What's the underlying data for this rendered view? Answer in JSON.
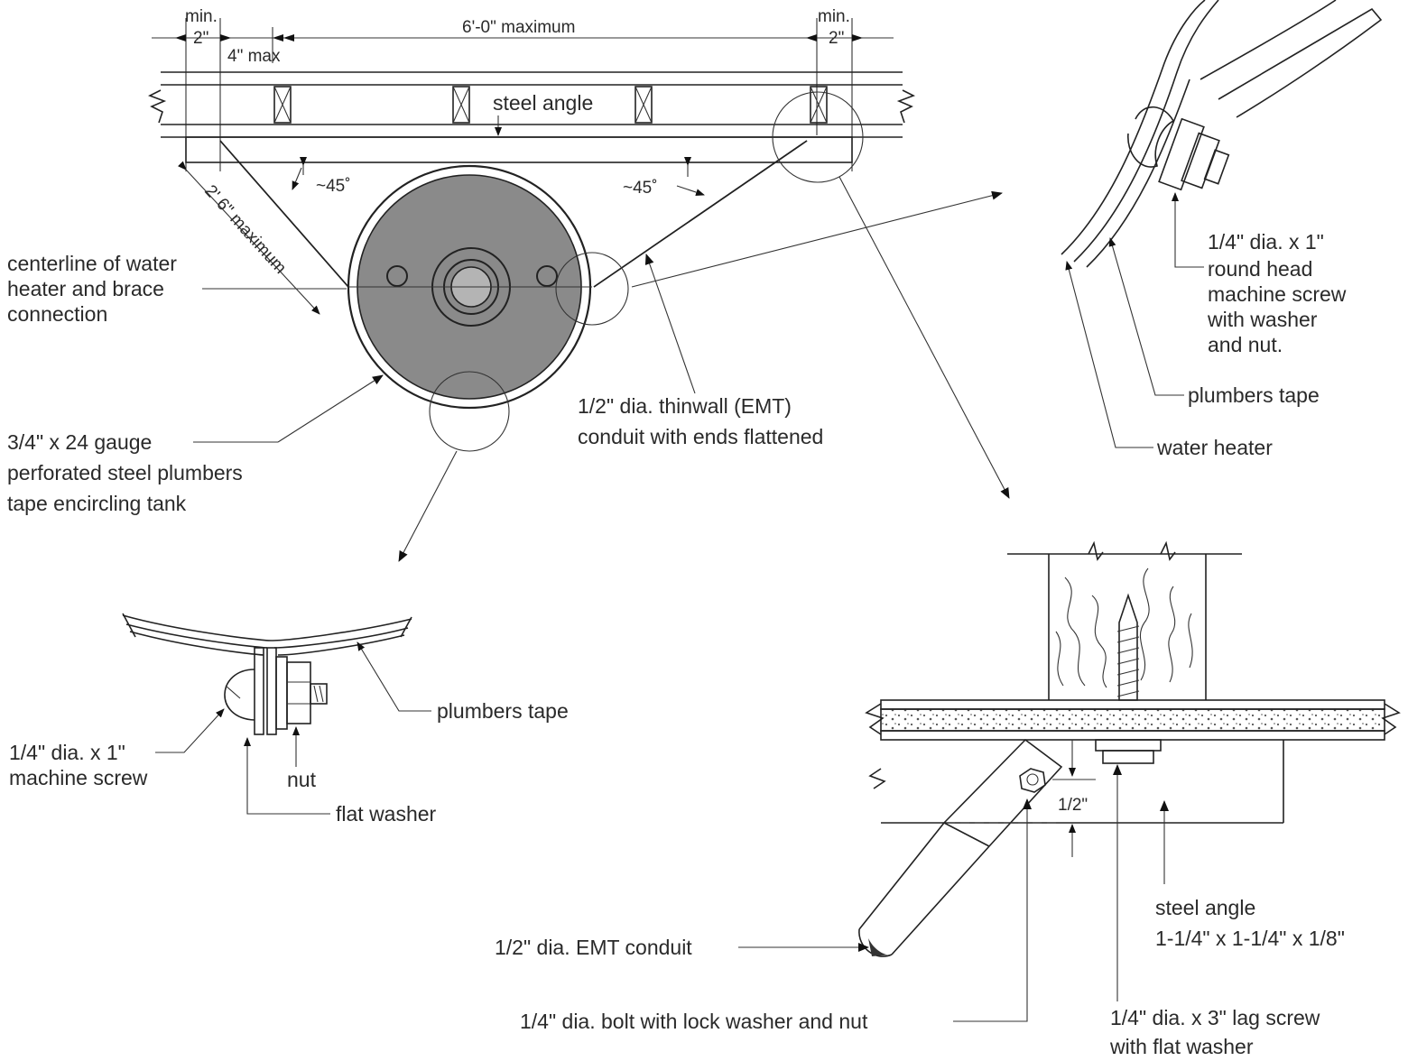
{
  "dimensions": {
    "min_left_word": "min.",
    "min_left_value": "2\"",
    "max_offset": "4\" max",
    "span": "6'-0\" maximum",
    "min_right_word": "min.",
    "min_right_value": "2\"",
    "angle_left": "~45˚",
    "angle_right": "~45˚",
    "brace_length": "2' 6\" maximum",
    "edge_distance": "1/2\""
  },
  "labels": {
    "steel_angle_top": "steel angle",
    "centerline": [
      "centerline of water",
      "heater and brace",
      "connection"
    ],
    "plumbers_tape_spec": [
      "3/4\" x 24 gauge",
      "perforated steel plumbers",
      "tape encircling tank"
    ],
    "conduit_spec": [
      "1/2\" dia. thinwall (EMT)",
      "conduit with ends flattened"
    ],
    "detail_a_screw": [
      "1/4\" dia. x 1\"",
      "round head",
      "machine screw",
      "with washer",
      "and nut."
    ],
    "detail_a_tape": "plumbers tape",
    "detail_a_heater": "water heater",
    "detail_b_tape": "plumbers tape",
    "detail_b_screw": [
      "1/4\" dia. x 1\"",
      "machine screw"
    ],
    "detail_b_nut": "nut",
    "detail_b_washer": "flat washer",
    "detail_c_conduit": "1/2\" dia. EMT conduit",
    "detail_c_bolt": "1/4\" dia. bolt with lock washer and nut",
    "detail_c_angle": [
      "steel angle",
      "1-1/4\" x 1-1/4\" x 1/8\""
    ],
    "detail_c_lag": [
      "1/4\" dia. x 3\" lag screw",
      "with flat washer"
    ]
  },
  "colors": {
    "line": "#222222",
    "tank_fill": "#8a8a8a",
    "tank_core": "#b4b4b4",
    "paper": "#ffffff"
  }
}
